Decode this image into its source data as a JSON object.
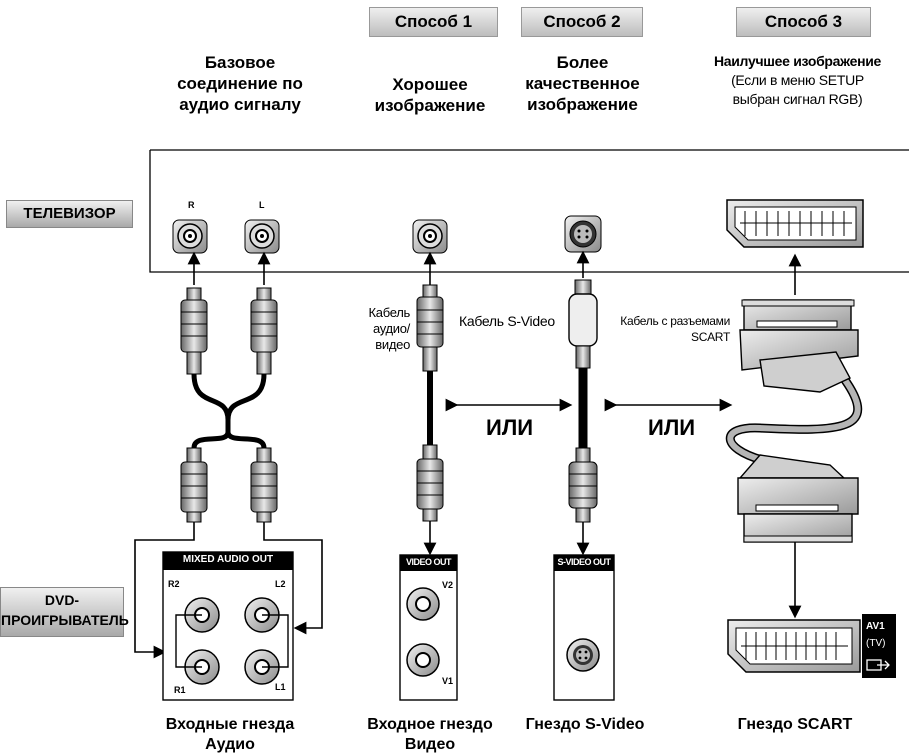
{
  "headers": {
    "col1": [
      "Базовое",
      "соединение по",
      "аудио сигналу"
    ],
    "col2": [
      "Хорошее",
      "изображение"
    ],
    "col3": [
      "Более",
      "качественное",
      "изображение"
    ],
    "col4_title": "Наилучшее изображение",
    "col4_note": [
      "(Если в меню SETUP",
      "выбран сигнал RGB)"
    ]
  },
  "methods": [
    "Способ 1",
    "Способ 2",
    "Способ 3"
  ],
  "devices": {
    "tv": "ТЕЛЕВИЗОР",
    "dvd": [
      "DVD-",
      "ПРОИГРЫВАТЕЛЬ"
    ]
  },
  "tv_jack_labels": {
    "right": "R",
    "left": "L"
  },
  "cables": {
    "av": [
      "Кабель",
      "аудио/видео"
    ],
    "svideo": "Кабель S-Video",
    "scart": [
      "Кабель с разъемами",
      "SCART"
    ]
  },
  "or_label": "ИЛИ",
  "panels": {
    "mixed_audio_out": "MIXED AUDIO OUT",
    "r2": "R2",
    "l2": "L2",
    "r1": "R1",
    "l1": "L1",
    "video_out": "VIDEO OUT",
    "v2": "V2",
    "v1": "V1",
    "svideo_out": "S-VIDEO OUT",
    "av1": "AV1",
    "tv": "(TV)"
  },
  "bottom_labels": {
    "audio": [
      "Входные гнезда",
      "Аудио"
    ],
    "video": [
      "Входное гнездо",
      "Видео"
    ],
    "svideo": "Гнездо S-Video",
    "scart": "Гнездо SCART"
  },
  "colors": {
    "gray_cable": "#b5b5b5",
    "black": "#000000",
    "panel_gray": "#9a9a9a"
  }
}
